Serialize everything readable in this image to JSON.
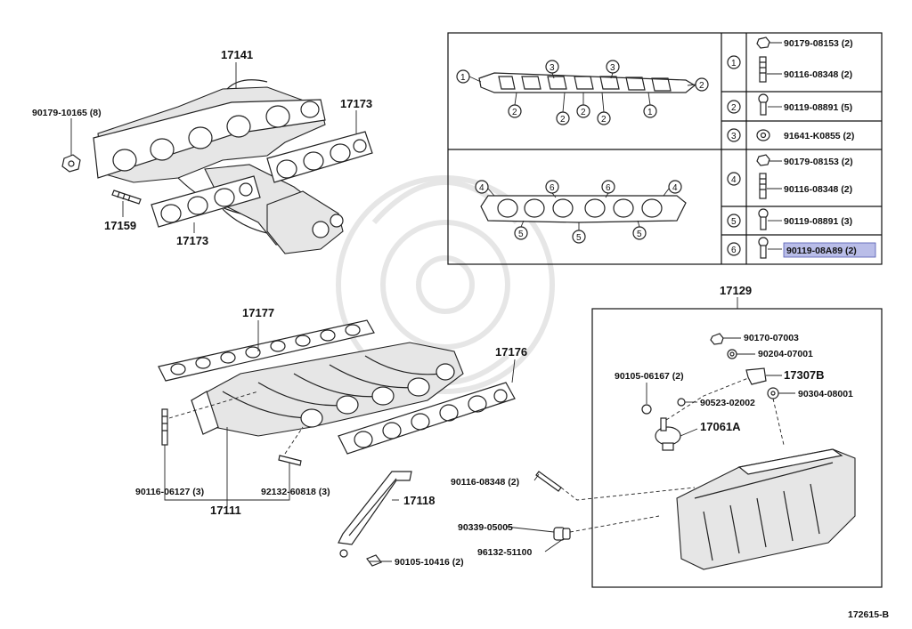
{
  "figure_code": "172615-B",
  "upper_left": {
    "manifold_no": "17141",
    "gasket_right_no": "17173",
    "gasket_lower_no": "17173",
    "stud_no": "17159",
    "nut_no": "90179-10165 (8)"
  },
  "table": {
    "rows": [
      {
        "circle": "1",
        "parts": [
          "90179-08153 (2)",
          "90116-08348 (2)"
        ],
        "icons": [
          "nut-icon",
          "stud-icon"
        ]
      },
      {
        "circle": "2",
        "parts": [
          "90119-08891 (5)"
        ],
        "icons": [
          "bolt-icon"
        ]
      },
      {
        "circle": "3",
        "parts": [
          "91641-K0855 (2)"
        ],
        "icons": [
          "flange-nut-icon"
        ]
      },
      {
        "circle": "4",
        "parts": [
          "90179-08153 (2)",
          "90116-08348 (2)"
        ],
        "icons": [
          "nut-icon",
          "stud-icon"
        ]
      },
      {
        "circle": "5",
        "parts": [
          "90119-08891 (3)"
        ],
        "icons": [
          "bolt-icon"
        ]
      },
      {
        "circle": "6",
        "parts": [
          "90119-08A89 (2)"
        ],
        "icons": [
          "bolt-icon"
        ],
        "highlighted": true
      }
    ],
    "gasket_top_callouts": {
      "left": "1",
      "right": "2",
      "top": [
        "3",
        "3"
      ],
      "bottom": [
        "2",
        "2",
        "2",
        "2",
        "1"
      ]
    },
    "gasket_bottom_callouts": {
      "ends": [
        "4",
        "4"
      ],
      "top": [
        "6",
        "6"
      ],
      "bottom": [
        "5",
        "5",
        "5"
      ]
    }
  },
  "lower_left": {
    "gasket_top_no": "17177",
    "gasket_right_no": "17176",
    "manifold_no": "17111",
    "stud_left_no": "90116-06127 (3)",
    "stud_mid_no": "92132-60818 (3)",
    "stay_no": "17118",
    "stud_lower_no": "90116-08348 (2)",
    "bolt_no": "90105-10416 (2)",
    "clamp_no": "90339-05005",
    "hose_no": "96132-51100"
  },
  "intake_box": {
    "title": "17129",
    "labels": {
      "nut": "90170-07003",
      "washer": "90204-07001",
      "bolt": "90105-06167 (2)",
      "bracket": "17307B",
      "washer2": "90304-08001",
      "clip": "90523-02002",
      "actuator": "17061A"
    }
  },
  "highlight_color": "#b9bde8"
}
